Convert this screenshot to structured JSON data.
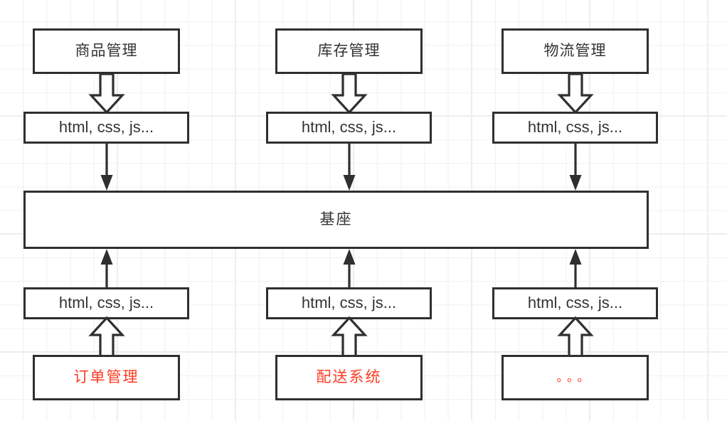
{
  "diagram": {
    "title": "micro-frontend-architecture-diagram",
    "colors": {
      "border": "#2f2f2f",
      "text_dark": "#333333",
      "text_red": "#ff3b21",
      "grid_line": "#f0f0f0",
      "background": "#ffffff"
    },
    "top_modules": [
      {
        "label": "商品管理"
      },
      {
        "label": "库存管理"
      },
      {
        "label": "物流管理"
      }
    ],
    "top_assets": [
      {
        "label": "html, css, js..."
      },
      {
        "label": "html, css, js..."
      },
      {
        "label": "html, css, js..."
      }
    ],
    "base": {
      "label": "基座"
    },
    "bottom_assets": [
      {
        "label": "html, css, js..."
      },
      {
        "label": "html, css, js..."
      },
      {
        "label": "html, css, js..."
      }
    ],
    "bottom_modules": [
      {
        "label": "订单管理"
      },
      {
        "label": "配送系统"
      },
      {
        "label": "。。。"
      }
    ]
  }
}
